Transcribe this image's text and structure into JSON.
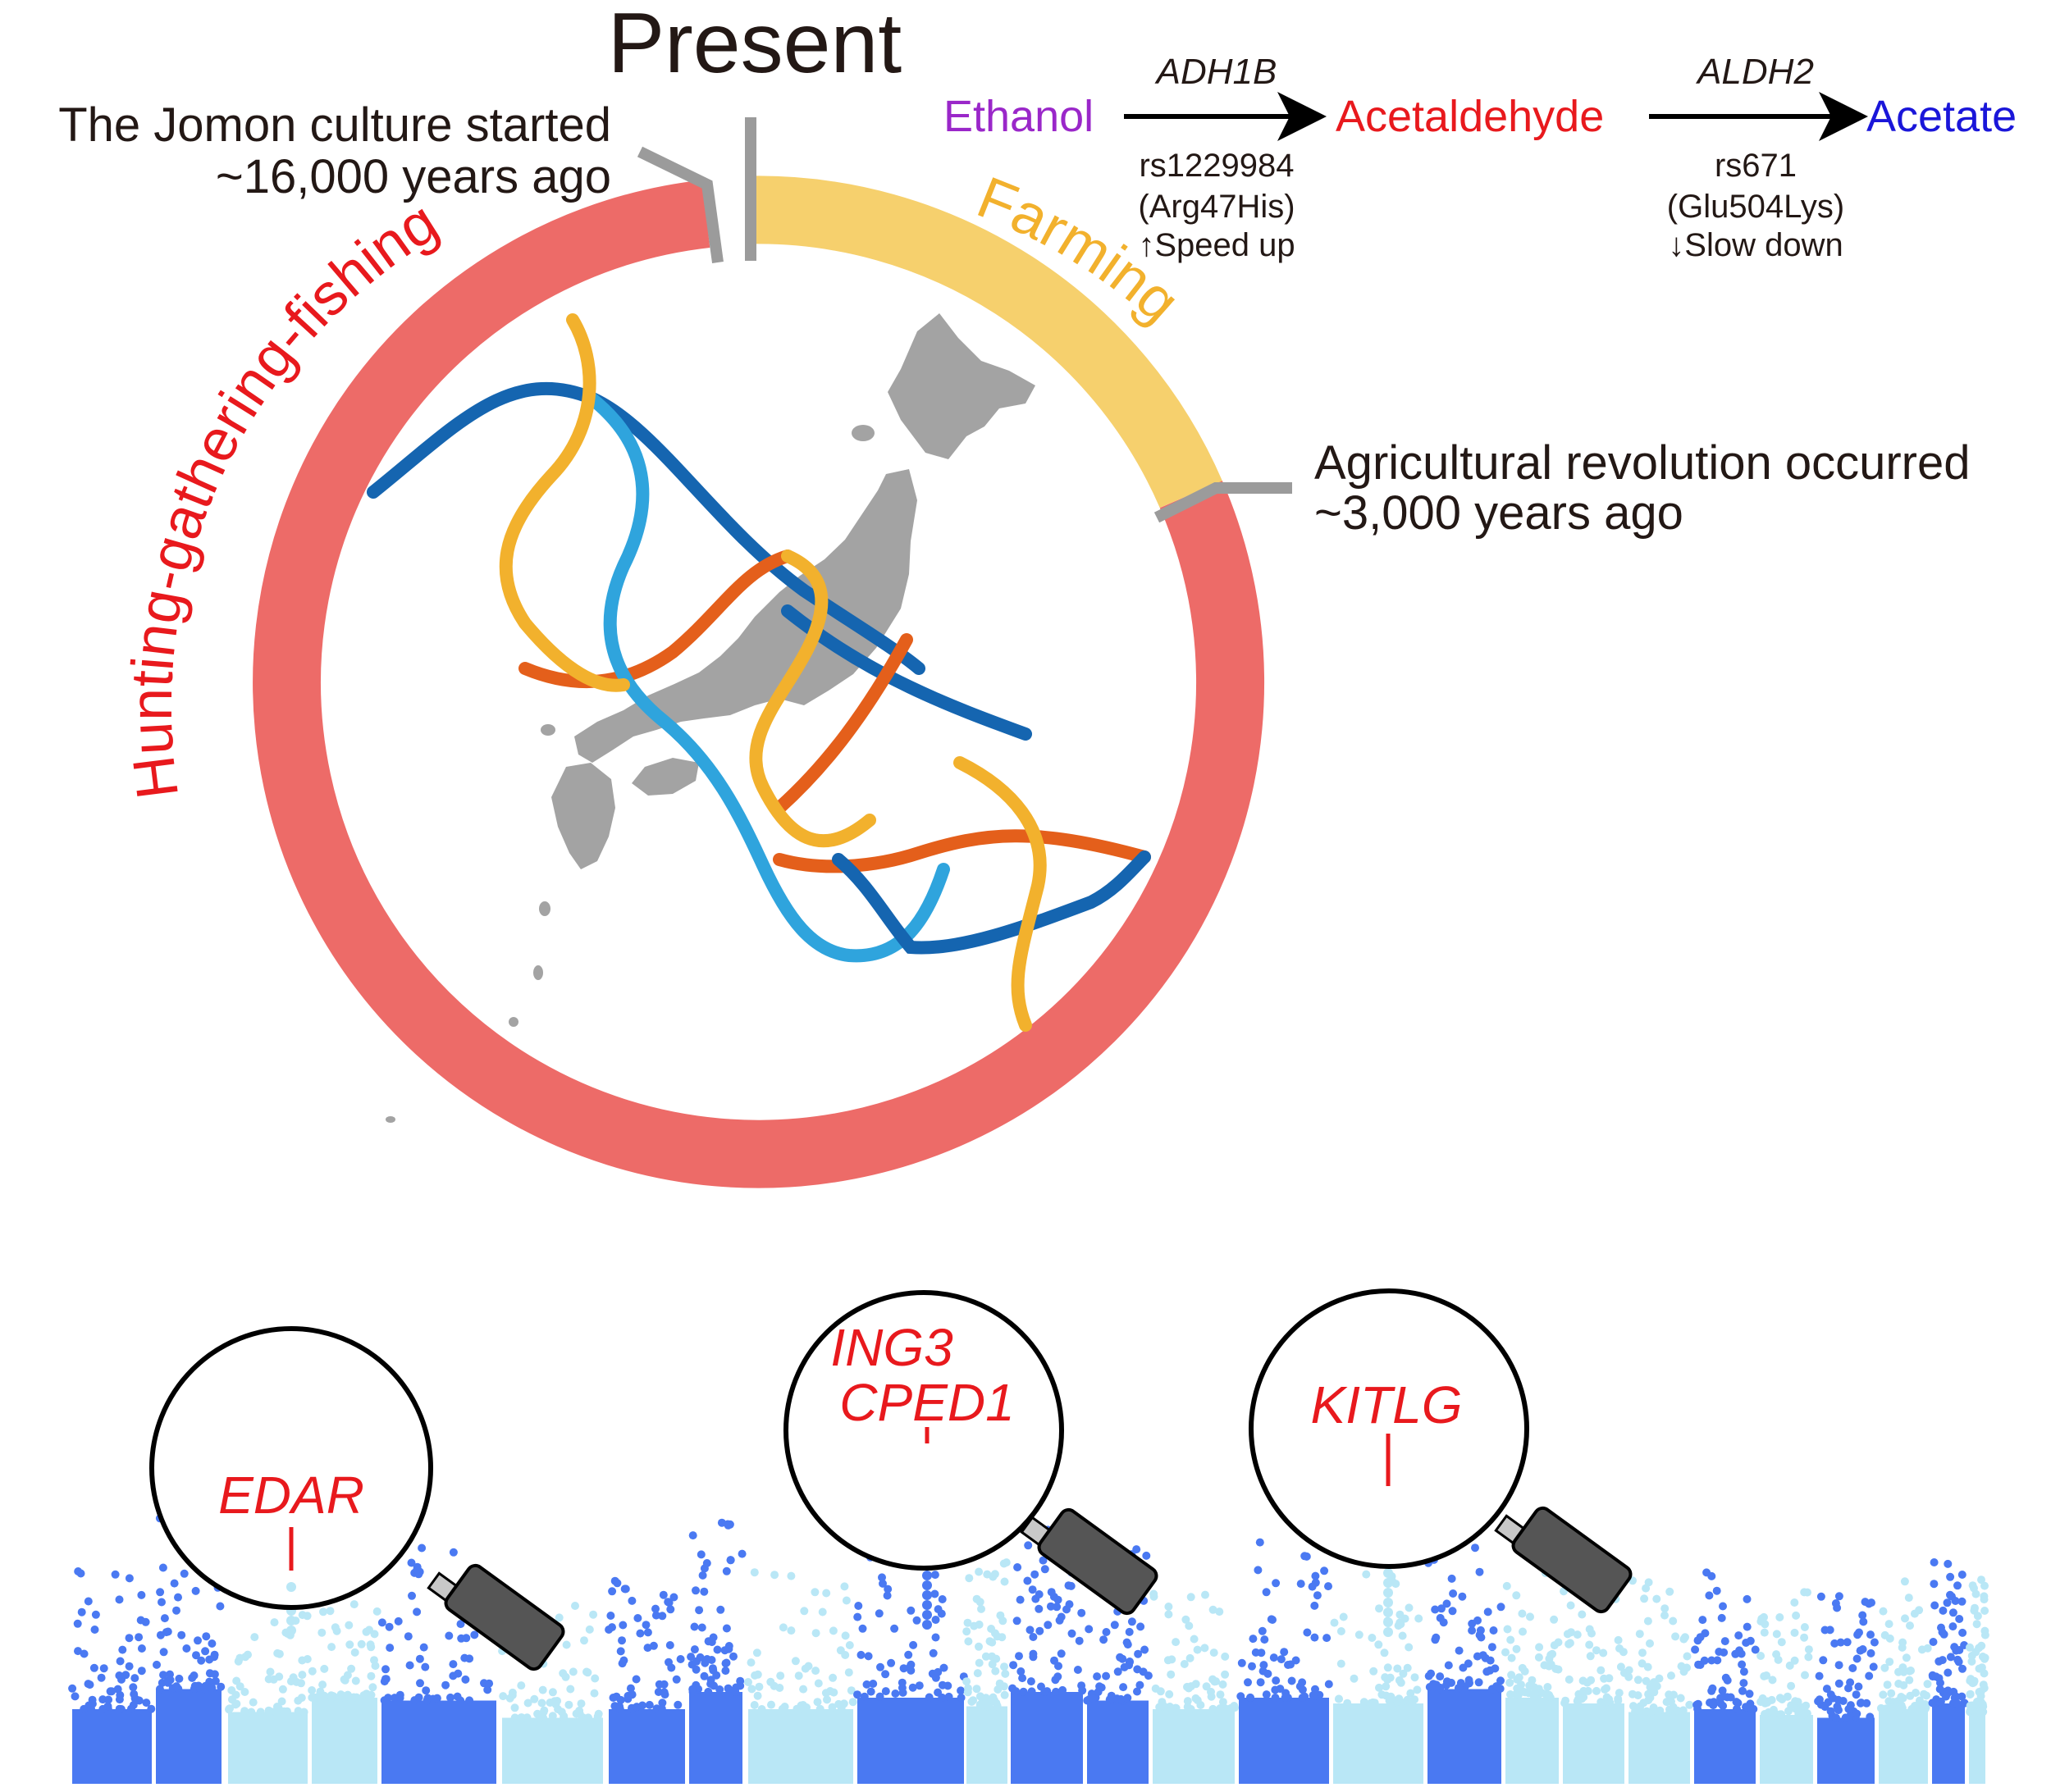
{
  "title": "Present",
  "timeline": {
    "jomon": {
      "line1": "The Jomon culture started",
      "line2": "~16,000 years ago"
    },
    "agricultural": {
      "line1": "Agricultural revolution occurred",
      "line2": "~3,000 years ago"
    },
    "arc_hunting_label": "Hunting-gathering-fishing",
    "arc_farming_label": "Farming"
  },
  "pathway": {
    "ethanol": "Ethanol",
    "acetaldehyde": "Acetaldehyde",
    "acetate": "Acetate",
    "enzyme1": {
      "name": "ADH1B",
      "snp": "rs1229984",
      "variant": "(Arg47His)",
      "effect": "↑Speed up"
    },
    "enzyme2": {
      "name": "ALDH2",
      "snp": "rs671",
      "variant": "(Glu504Lys)",
      "effect": "↓Slow down"
    }
  },
  "genes": {
    "edar": "EDAR",
    "ing3": "ING3",
    "cped1": "CPED1",
    "kitlg": "KITLG"
  },
  "colors": {
    "hunting": "#ed6b68",
    "farming": "#f6d06d",
    "connector": "#9b9b9b",
    "ethanol": "#9a27c9",
    "acetaldehyde": "#e8191d",
    "acetate": "#1a16d9",
    "gene_label": "#e8191d",
    "map": "#a3a3a3",
    "helix_dark_blue": "#1565b0",
    "helix_light_blue": "#2fa4dd",
    "helix_yellow": "#f2b12d",
    "helix_orange": "#e45f1b",
    "manhattan_dark": "#4a79f2",
    "manhattan_light": "#b9e7f6",
    "magnifier_handle": "#555555"
  },
  "icons": [
    "dna-helix-icon",
    "japan-map-icon",
    "magnifying-glass-icon",
    "arrow-right-icon"
  ]
}
